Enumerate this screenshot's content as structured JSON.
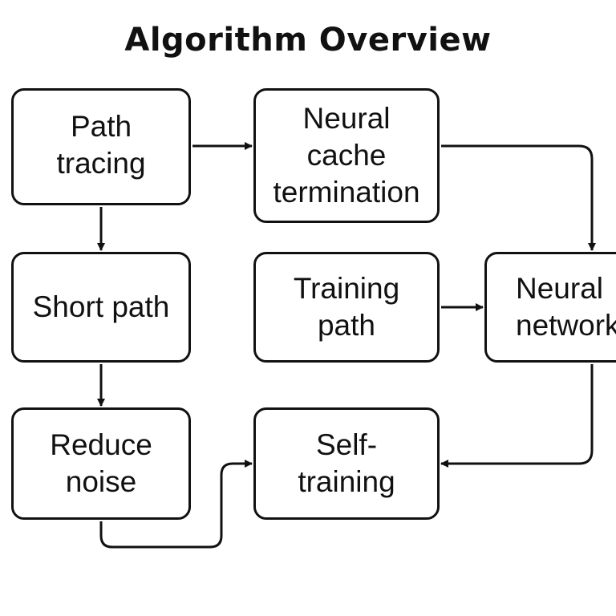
{
  "title": "Algorithm Overview",
  "nodes": {
    "path_tracing": "Path\ntracing",
    "neural_cache": "Neural\ncache\ntermination",
    "short_path": "Short path",
    "training_path": "Training\npath",
    "neural_network": "Neural\nnetwork",
    "reduce_noise": "Reduce\nnoise",
    "self_training": "Self-\ntraining"
  }
}
